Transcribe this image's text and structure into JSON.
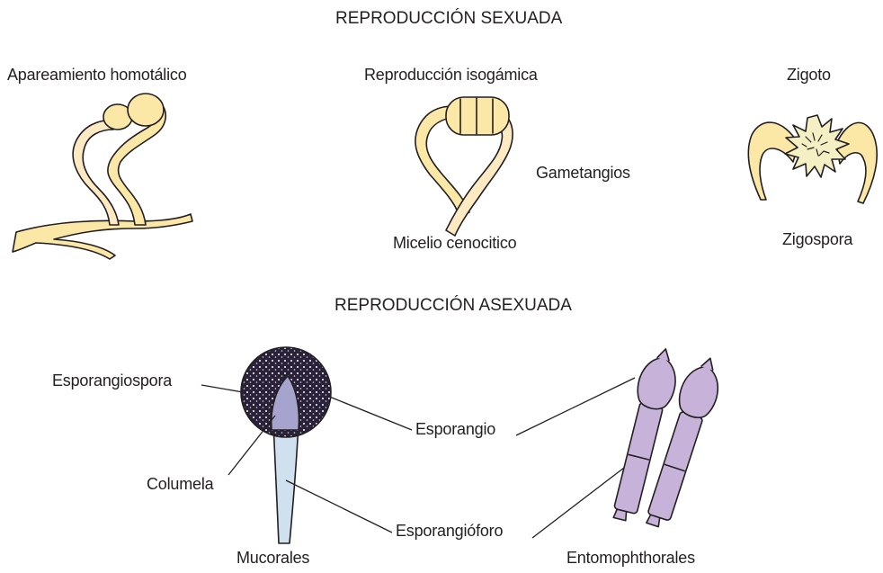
{
  "headings": {
    "sexual": "REPRODUCCIÓN SEXUADA",
    "asexual": "REPRODUCCIÓN ASEXUADA"
  },
  "sexual_labels": {
    "homothallic": "Apareamiento homotálico",
    "isogamic": "Reproducción isogámica",
    "zygote": "Zigoto",
    "gametangia": "Gametangios",
    "mycelium": "Micelio cenocitico",
    "zygospore": "Zigospora"
  },
  "asexual_labels": {
    "sporangiospore": "Esporangiospora",
    "columella": "Columela",
    "sporangium": "Esporangio",
    "sporangiophore": "Esporangióforo",
    "mucorales": "Mucorales",
    "entomophthorales": "Entomophthorales"
  },
  "colors": {
    "hypha_fill": "#fbe7a6",
    "hypha_fill_light": "#fde9c2",
    "outline": "#231f20",
    "sporangium_dark": "#2a2238",
    "columella": "#a7a3cf",
    "sporangiophore": "#cfe1ef",
    "entomo_fill": "#c7b3da",
    "zygospore_fill": "#f4f0c4"
  }
}
